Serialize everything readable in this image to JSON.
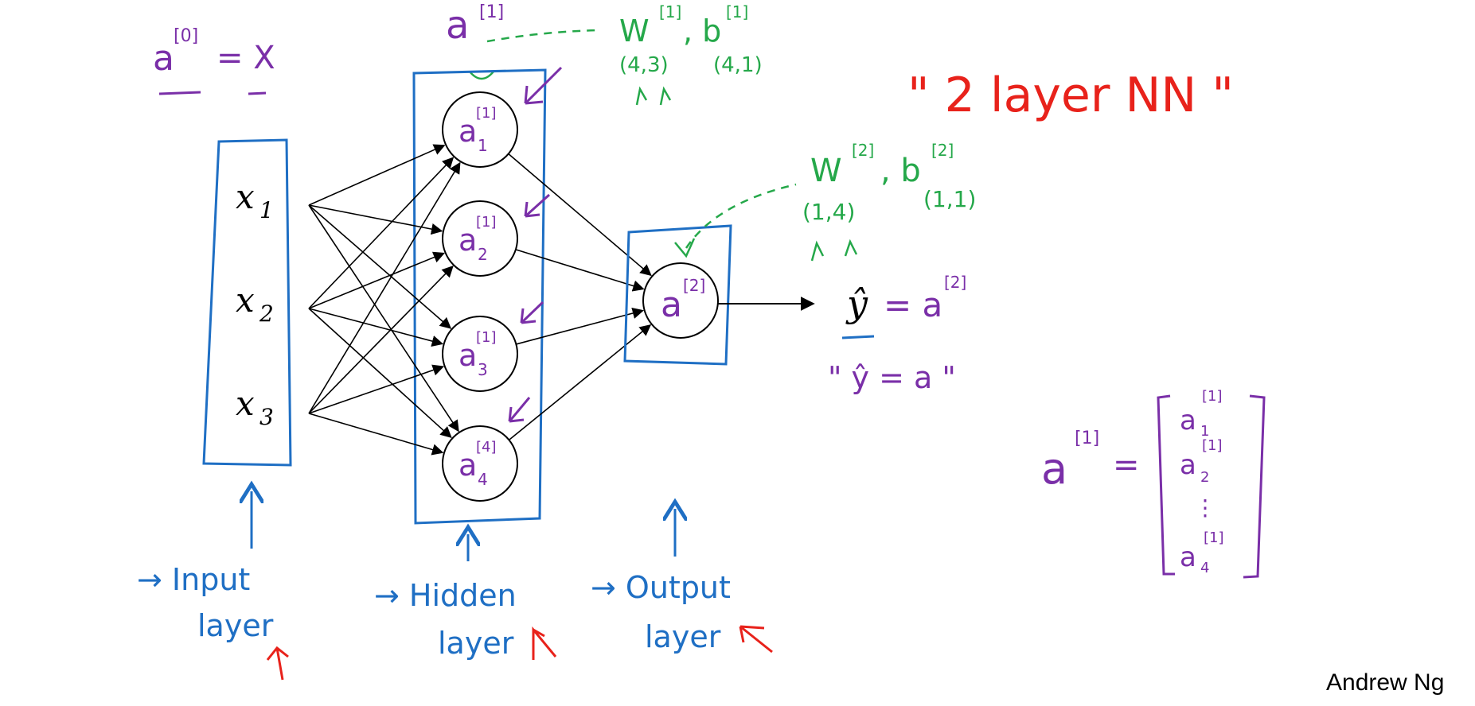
{
  "inputs": [
    {
      "var": "x",
      "sub": "1"
    },
    {
      "var": "x",
      "sub": "2"
    },
    {
      "var": "x",
      "sub": "3"
    }
  ],
  "hidden_units": [
    {
      "var": "a",
      "sup": "[1]",
      "sub": "1"
    },
    {
      "var": "a",
      "sup": "[1]",
      "sub": "2"
    },
    {
      "var": "a",
      "sup": "[1]",
      "sub": "3"
    },
    {
      "var": "a",
      "sup": "[4]",
      "sub": "4"
    }
  ],
  "output_unit": {
    "var": "a",
    "sup": "[2]"
  },
  "equations": {
    "a0_lhs": "a",
    "a0_sup": "[0]",
    "a0_rhs": "= X",
    "a1_top": "a",
    "a1_top_sup": "[1]",
    "yhat": "ŷ",
    "yhat_rhs": "= a",
    "yhat_rhs_sup": "[2]",
    "alt_yhat": "\" ŷ = a \""
  },
  "params": {
    "w1": "W",
    "w1_sup": "[1]",
    "b1": ", b",
    "b1_sup": "[1]",
    "w1_dim": "(4,3)",
    "b1_dim": "(4,1)",
    "w2": "W",
    "w2_sup": "[2]",
    "b2": ", b",
    "b2_sup": "[2]",
    "w2_dim": "(1,4)",
    "b2_dim": "(1,1)"
  },
  "title": "\" 2  layer  NN \"",
  "layer_labels": {
    "input": [
      "→ Input",
      "layer"
    ],
    "hidden": [
      "→ Hidden",
      "layer"
    ],
    "output": [
      "→ Output",
      "layer"
    ]
  },
  "vector": {
    "lhs": "a",
    "lhs_sup": "[1]",
    "eq": "=",
    "entries": [
      {
        "var": "a",
        "sup": "[1]",
        "sub": "1"
      },
      {
        "var": "a",
        "sup": "[1]",
        "sub": "2"
      },
      {
        "var": "⋮",
        "sup": "",
        "sub": ""
      },
      {
        "var": "a",
        "sup": "[1]",
        "sub": "4"
      }
    ]
  },
  "credit": "Andrew Ng",
  "colors": {
    "blue": "#1f6fc4",
    "purple": "#7a2fa8",
    "green": "#25a84a",
    "red": "#e8221b",
    "ink": "#000000"
  }
}
